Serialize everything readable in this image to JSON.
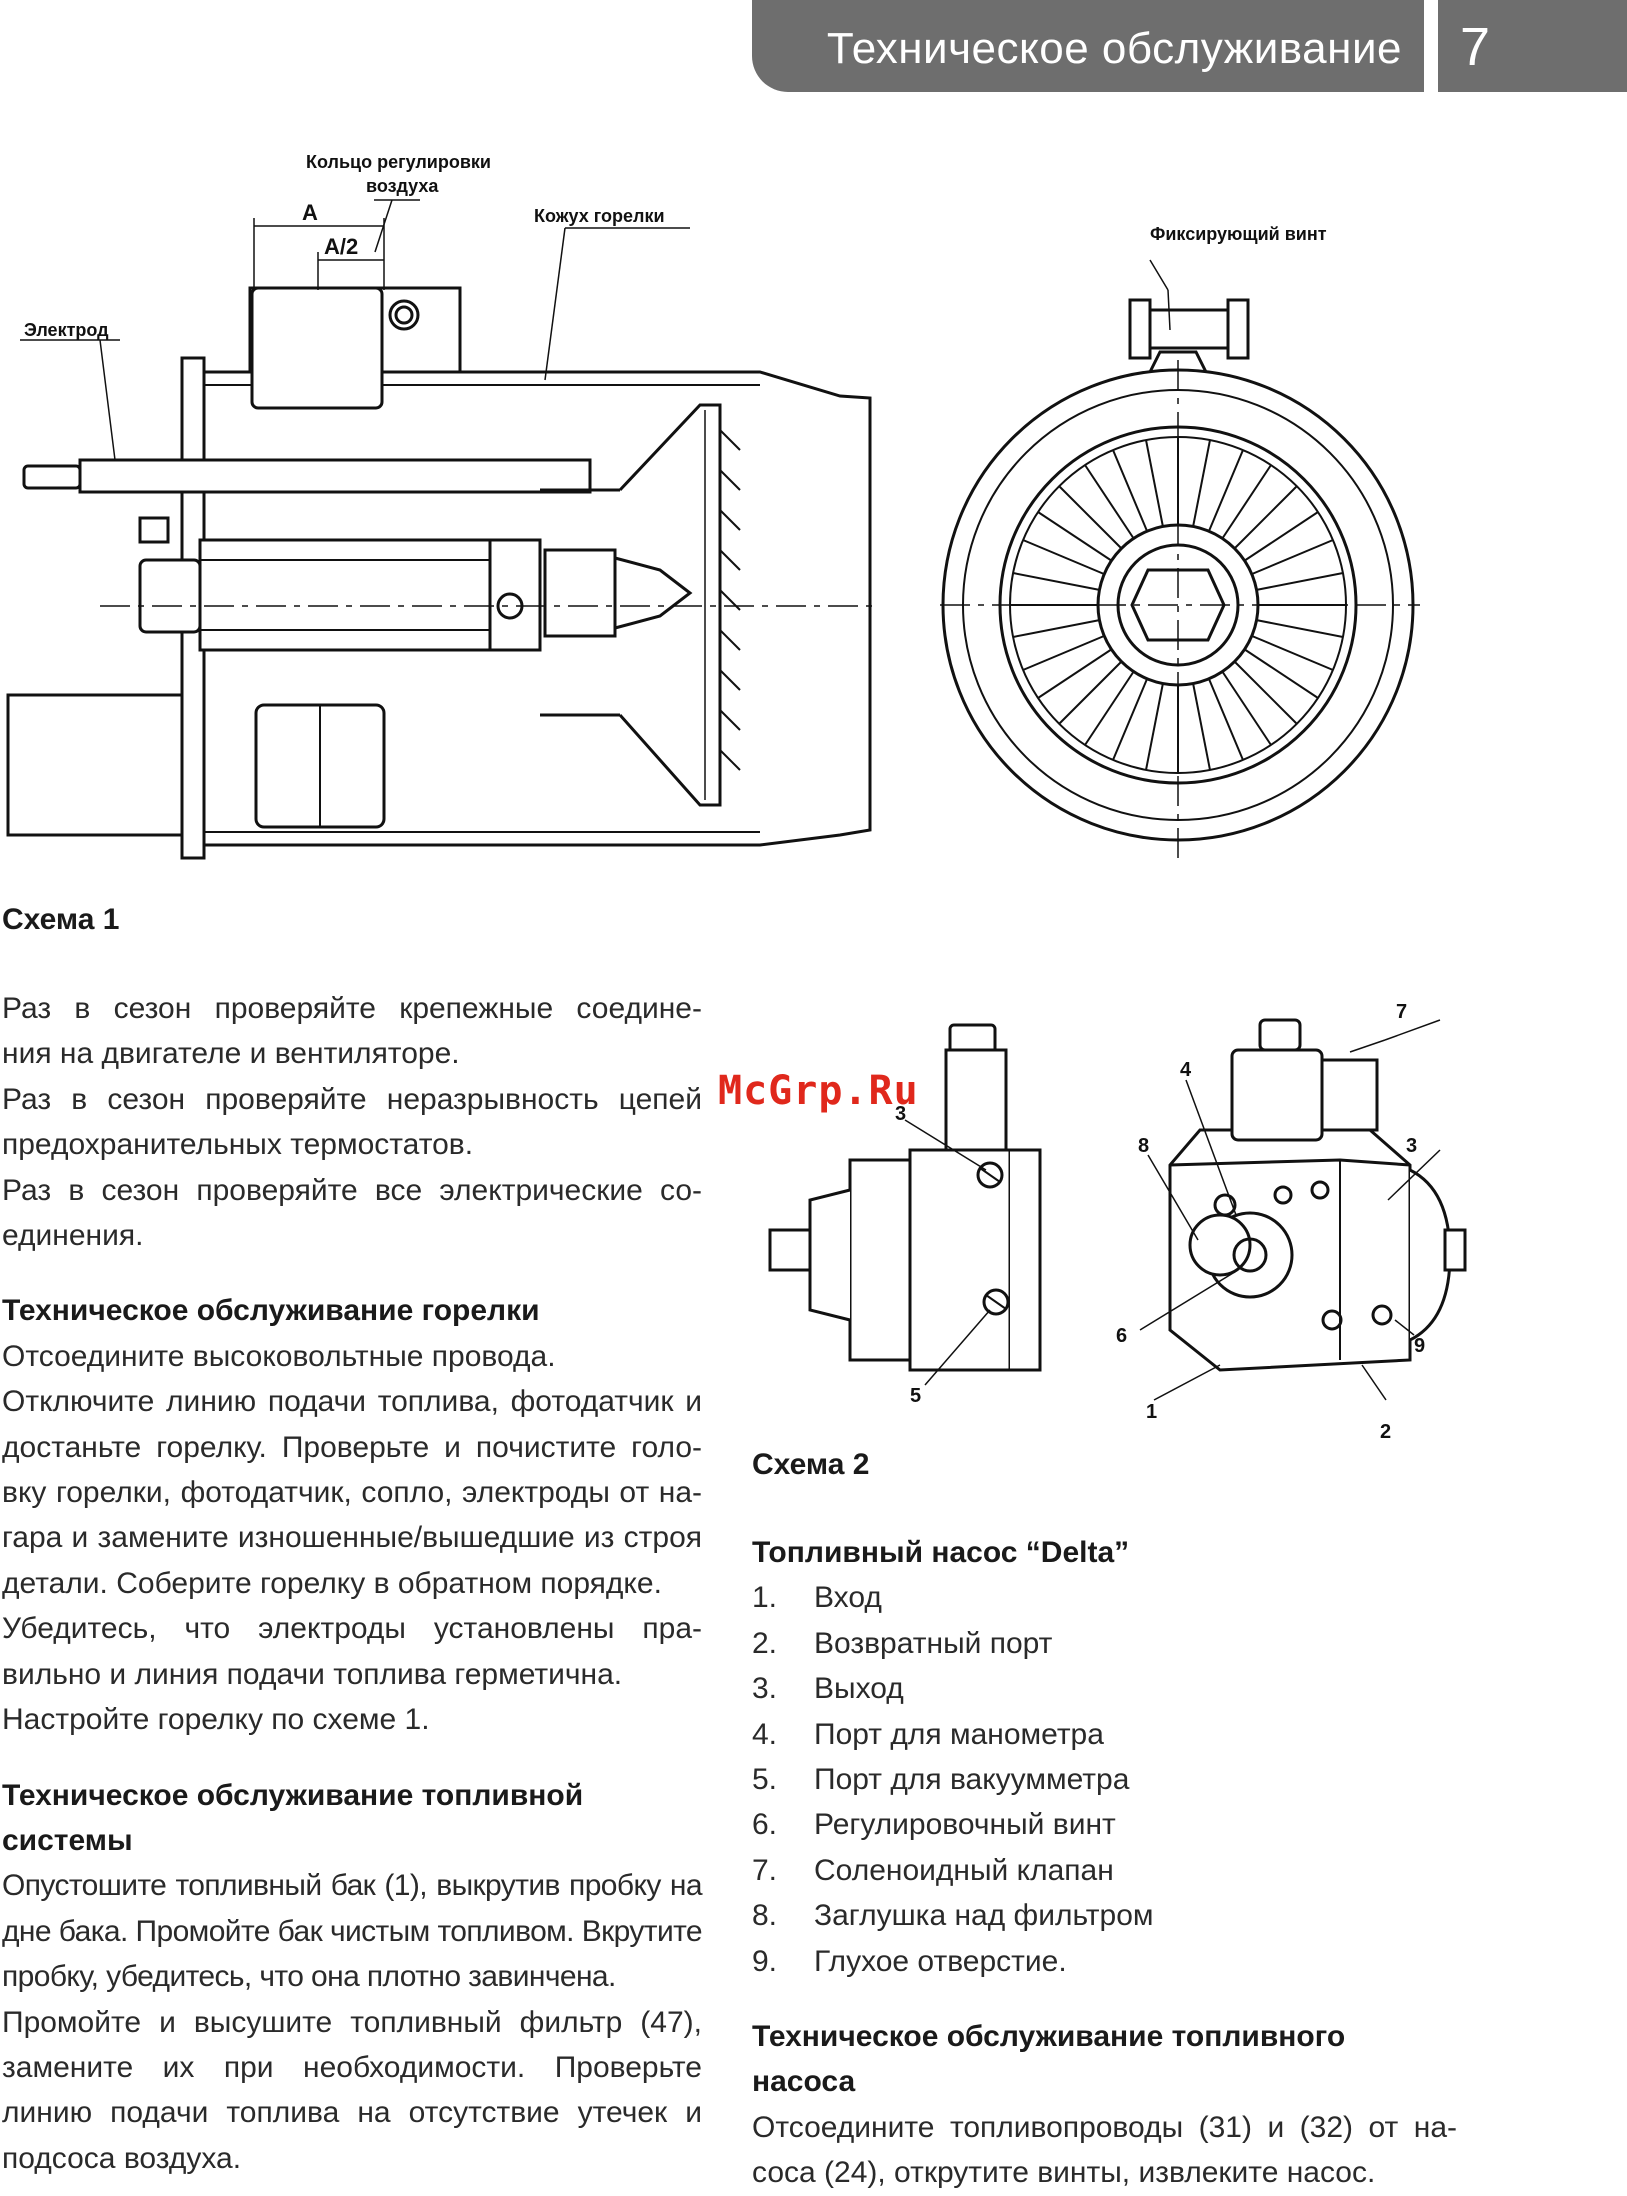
{
  "header": {
    "section_title": "Техническое обслуживание",
    "page_number": "7"
  },
  "figure1": {
    "labels": {
      "ring_line1": "Кольцо регулировки",
      "ring_line2": "воздуха",
      "a": "A",
      "a_half": "A/2",
      "casing": "Кожух горелки",
      "electrode": "Электрод",
      "fixing_screw": "Фиксирующий винт"
    },
    "caption": "Схема 1"
  },
  "figure2": {
    "callouts": [
      "7",
      "4",
      "3",
      "8",
      "3",
      "6",
      "9",
      "5",
      "1",
      "2"
    ],
    "caption": "Схема 2"
  },
  "watermark": "McGrp.Ru",
  "left_column": {
    "season_checks": [
      "Раз в сезон проверяйте крепежные соедине-",
      "ния на двигателе и вентиляторе.",
      "Раз в сезон проверяйте неразрывность цепей",
      "предохранительных термостатов.",
      "Раз в сезон проверяйте все электрические со-",
      "единения."
    ],
    "burner_heading": "Техническое обслуживание горелки",
    "burner_lines": [
      "Отсоедините высоковольтные провода.",
      "Отключите линию подачи топлива, фотодатчик и",
      "достаньте горелку. Проверьте и почистите голо-",
      "вку горелки, фотодатчик, сопло, электроды от на-",
      "гара и замените изношенные/вышедшие из строя",
      "детали. Соберите горелку в обратном порядке.",
      "Убедитесь, что электроды установлены пра-",
      "вильно и линия подачи топлива герметична.",
      "Настройте горелку по схеме 1."
    ],
    "fuel_heading_line1": "Техническое обслуживание топливной",
    "fuel_heading_line2": "системы",
    "fuel_lines": [
      "Опустошите топливный бак (1), выкрутив пробку на",
      "дне бака. Промойте бак чистым топливом. Вкрутите",
      "пробку, убедитесь, что она плотно завинчена.",
      "Промойте и высушите топливный фильтр (47),",
      "замените их при необходимости. Проверьте",
      "линию подачи топлива на отсутствие утечек и",
      "подсоса воздуха."
    ]
  },
  "right_column": {
    "pump_heading": "Топливный насос “Delta”",
    "pump_parts": [
      {
        "num": "1.",
        "label": "Вход"
      },
      {
        "num": "2.",
        "label": "Возвратный порт"
      },
      {
        "num": "3.",
        "label": "Выход"
      },
      {
        "num": "4.",
        "label": "Порт для манометра"
      },
      {
        "num": "5.",
        "label": "Порт для вакуумметра"
      },
      {
        "num": "6.",
        "label": "Регулировочный винт"
      },
      {
        "num": "7.",
        "label": "Соленоидный клапан"
      },
      {
        "num": "8.",
        "label": "Заглушка над фильтром"
      },
      {
        "num": "9.",
        "label": "Глухое отверстие."
      }
    ],
    "pump_maint_heading_line1": "Техническое обслуживание топливного",
    "pump_maint_heading_line2": "насоса",
    "pump_maint_lines": [
      "Отсоедините топливопроводы (31) и (32) от на-",
      "соса (24), открутите винты, извлеките насос."
    ]
  }
}
